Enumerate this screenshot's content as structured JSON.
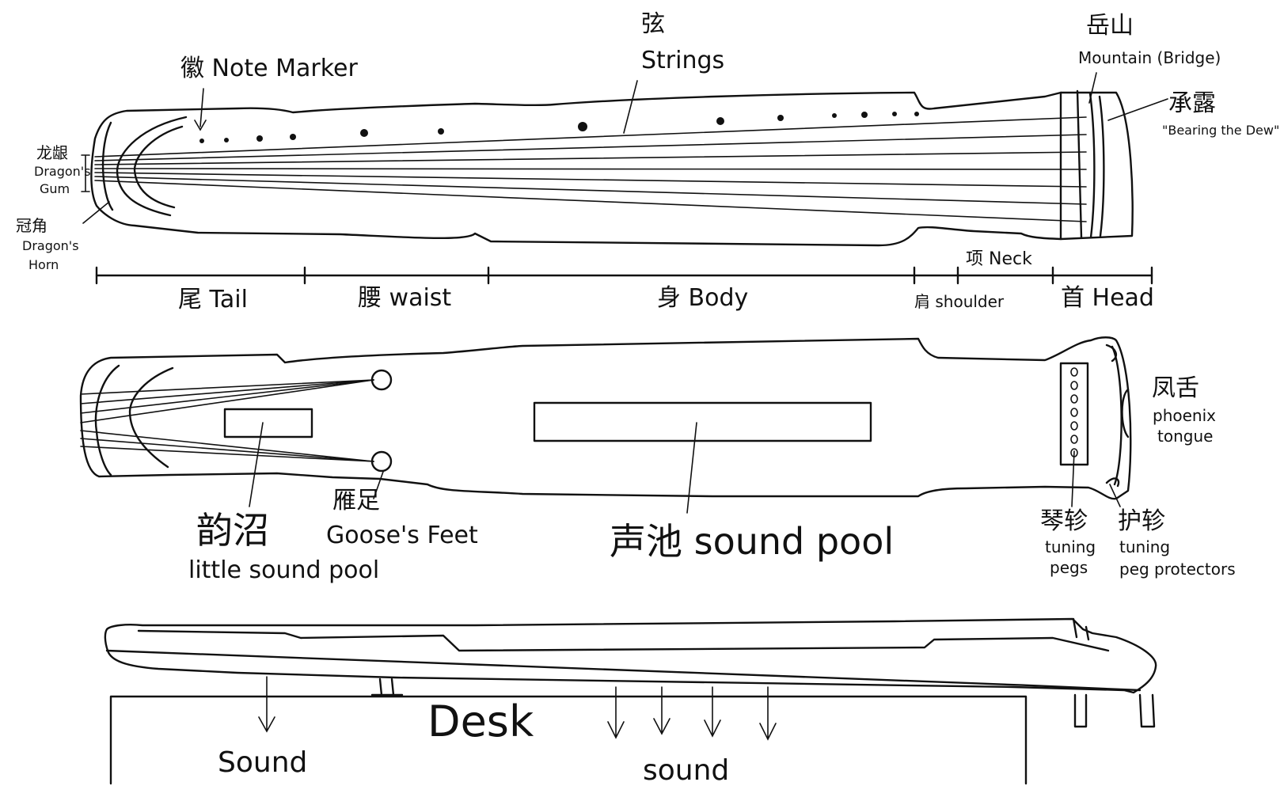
{
  "top_view": {
    "hui_label": "徽 Note Marker",
    "strings_label_cn": "弦",
    "strings_label_en": "Strings",
    "mountain_label_cn": "岳山",
    "mountain_label_en": "Mountain (Bridge)",
    "bearing_dew_cn": "承露",
    "bearing_dew_en": "\"Bearing the Dew\"",
    "dragon_gum_cn": "龙龈",
    "dragon_gum_en_1": "Dragon's",
    "dragon_gum_en_2": "Gum",
    "dragon_horn_cn": "冠角",
    "dragon_horn_en_1": "Dragon's",
    "dragon_horn_en_2": "Horn",
    "neck_label": "项 Neck",
    "sections": {
      "tail": "尾 Tail",
      "waist": "腰 waist",
      "body": "身 Body",
      "shoulder": "肩 shoulder",
      "head": "首 Head"
    }
  },
  "bottom_view": {
    "little_pool_cn": "韵沼",
    "little_pool_en": "little sound pool",
    "goose_feet_cn": "雁足",
    "goose_feet_en": "Goose's Feet",
    "sound_pool": "声池 sound pool",
    "phoenix_cn": "凤舌",
    "phoenix_en_1": "phoenix",
    "phoenix_en_2": "tongue",
    "pegs_cn": "琴轸",
    "pegs_en_1": "tuning",
    "pegs_en_2": "pegs",
    "protectors_cn": "护轸",
    "protectors_en_1": "tuning",
    "protectors_en_2": "peg protectors"
  },
  "side_view": {
    "desk_label": "Desk",
    "sound_left": "Sound",
    "sound_right": "sound"
  }
}
